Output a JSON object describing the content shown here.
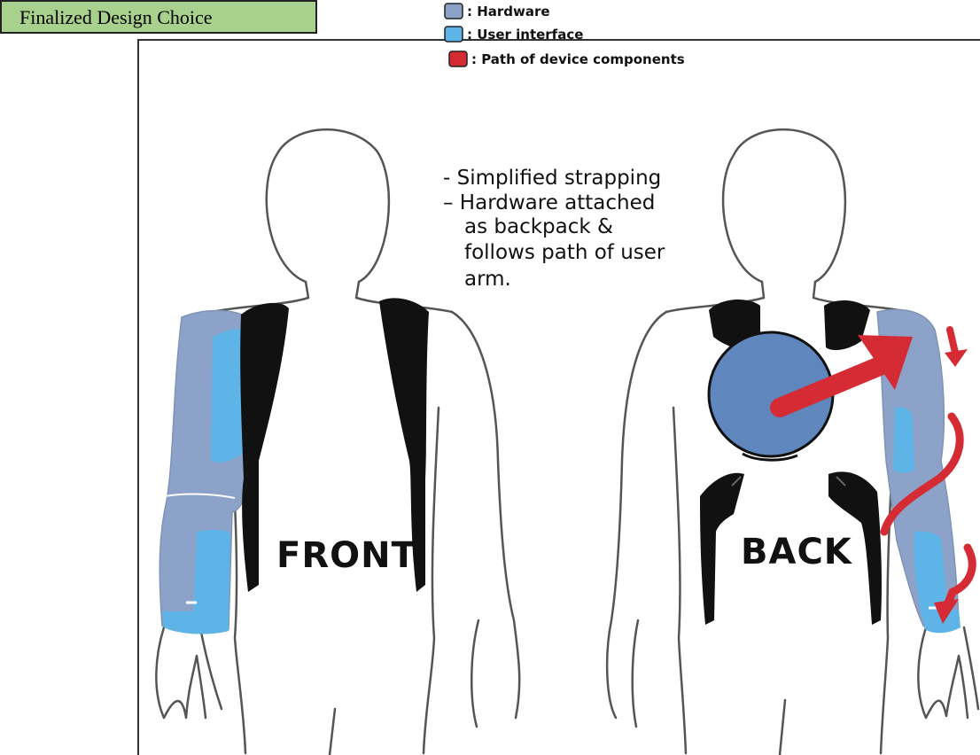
{
  "header": {
    "title": "Finalized Design Choice"
  },
  "legend": [
    {
      "label": ": Hardware",
      "color": "#8ca2c8"
    },
    {
      "label": ": User interface",
      "color": "#5eb4e6"
    },
    {
      "label": ": Path of device components",
      "color": "#d42b34"
    }
  ],
  "notes": [
    "- Simplified strapping",
    "– Hardware attached",
    "as backpack &",
    "follows path of user",
    "arm."
  ],
  "views": {
    "front_label": "FRONT",
    "back_label": "BACK"
  },
  "colors": {
    "hardware": "#8ca2c8",
    "user_interface": "#5eb4e6",
    "path": "#d42b34",
    "strap": "#111111",
    "backpack": "#5f86bd",
    "tag_bg": "#a9d18e"
  }
}
